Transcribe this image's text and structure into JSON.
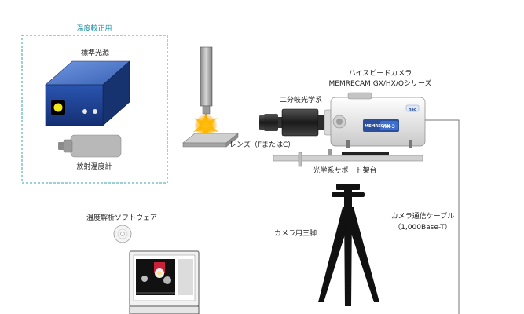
{
  "labels": {
    "calibration_group": "温度較正用",
    "standard_light_source": "標準光源",
    "radiation_thermometer": "放射温度計",
    "camera_title_line1": "ハイスピードカメラ",
    "camera_title_line2": "MEMRECAM GX/HX/Qシリーズ",
    "dual_optics": "二分岐光学系",
    "lens": "レンズ（FまたはC）",
    "optics_support": "光学系サポート架台",
    "analysis_software": "温度解析ソフトウェア",
    "camera_cable_line1": "カメラ通信ケーブル",
    "camera_cable_line2": "（1,000Base-T）",
    "tripod": "カメラ用三脚",
    "camera_body_mark": "HX-3",
    "camera_brand_mark": "MEMRECAM",
    "camera_small_badge": "nac"
  },
  "colors": {
    "group_border": "#3aa0ad",
    "group_label": "#1f8fa0",
    "light_source_front": "#1e3f8c",
    "light_source_top": "#4a76c9",
    "light_source_side": "#142d66",
    "indicator_yellow": "#f0e81e",
    "spark": "#ffb400",
    "camera_body": "#eeeeee",
    "cable": "#777777",
    "tripod": "#111111"
  }
}
